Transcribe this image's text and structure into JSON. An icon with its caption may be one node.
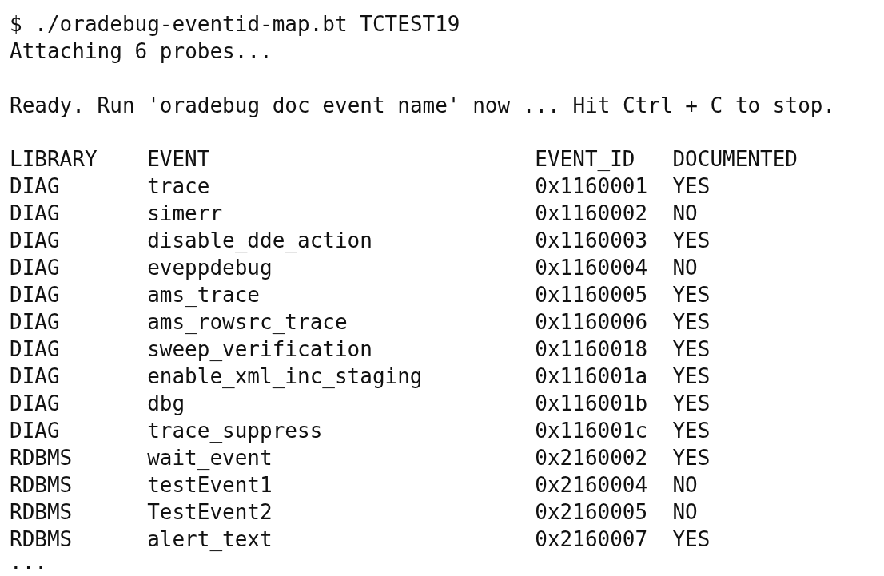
{
  "diagram": {
    "labels": [
      "$ ./oradebug-eventid-map.bt TCTEST19",
      "Attaching 6 probes...",
      "Ready. Run 'oradebug doc event name' now ... Hit Ctrl + C to stop.",
      "LIBRARY",
      "EVENT",
      "EVENT_ID",
      "DOCUMENTED",
      "DIAG",
      "trace",
      "0x1160001",
      "YES",
      "DIAG",
      "simerr",
      "0x1160002",
      "NO",
      "DIAG",
      "disable_dde_action",
      "0x1160003",
      "YES",
      "DIAG",
      "eveppdebug",
      "0x1160004",
      "NO",
      "DIAG",
      "ams_trace",
      "0x1160005",
      "YES",
      "DIAG",
      "ams_rowsrc_trace",
      "0x1160006",
      "YES",
      "DIAG",
      "sweep_verification",
      "0x1160018",
      "YES",
      "DIAG",
      "enable_xml_inc_staging",
      "0x116001a",
      "YES",
      "DIAG",
      "dbg",
      "0x116001b",
      "YES",
      "DIAG",
      "trace_suppress",
      "0x116001c",
      "YES",
      "RDBMS",
      "wait_event",
      "0x2160002",
      "YES",
      "RDBMS",
      "testEvent1",
      "0x2160004",
      "NO",
      "RDBMS",
      "TestEvent2",
      "0x2160005",
      "NO",
      "RDBMS",
      "alert_text",
      "0x2160007",
      "YES",
      "..."
    ]
  }
}
